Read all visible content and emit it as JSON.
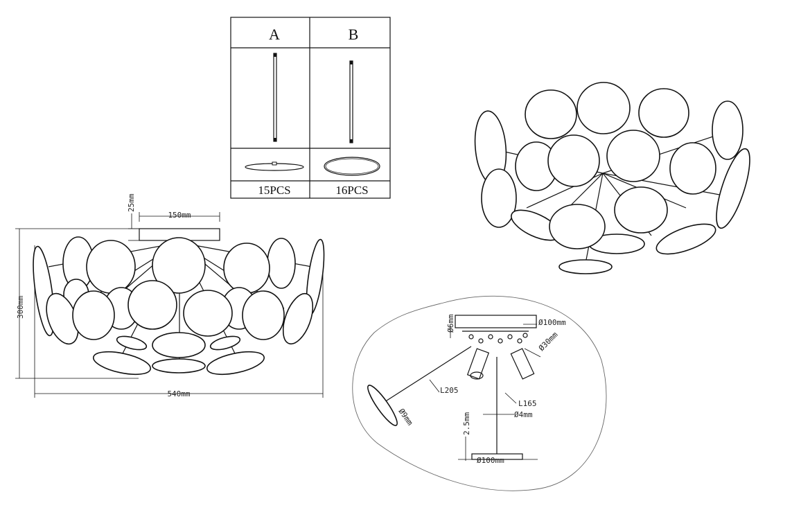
{
  "parts_table": {
    "col_a": "A",
    "col_b": "B",
    "qty_a": "15PCS",
    "qty_b": "16PCS"
  },
  "front_view": {
    "dim_canopy_height": "25mm",
    "dim_canopy_width": "150mm",
    "dim_height": "300mm",
    "dim_width": "540mm"
  },
  "detail_view": {
    "dim_stem_dia": "Ø6mm",
    "dim_canopy_dia": "Ø100mm",
    "dim_hub_dia": "Ø30mm",
    "dim_arm_length": "L205",
    "dim_arm_dia": "Ø9mm",
    "dim_rod_length": "L165",
    "dim_rod_dia": "Ø4mm",
    "dim_plate_thick": "2.5mm",
    "dim_plate_dia": "Ø100mm"
  }
}
